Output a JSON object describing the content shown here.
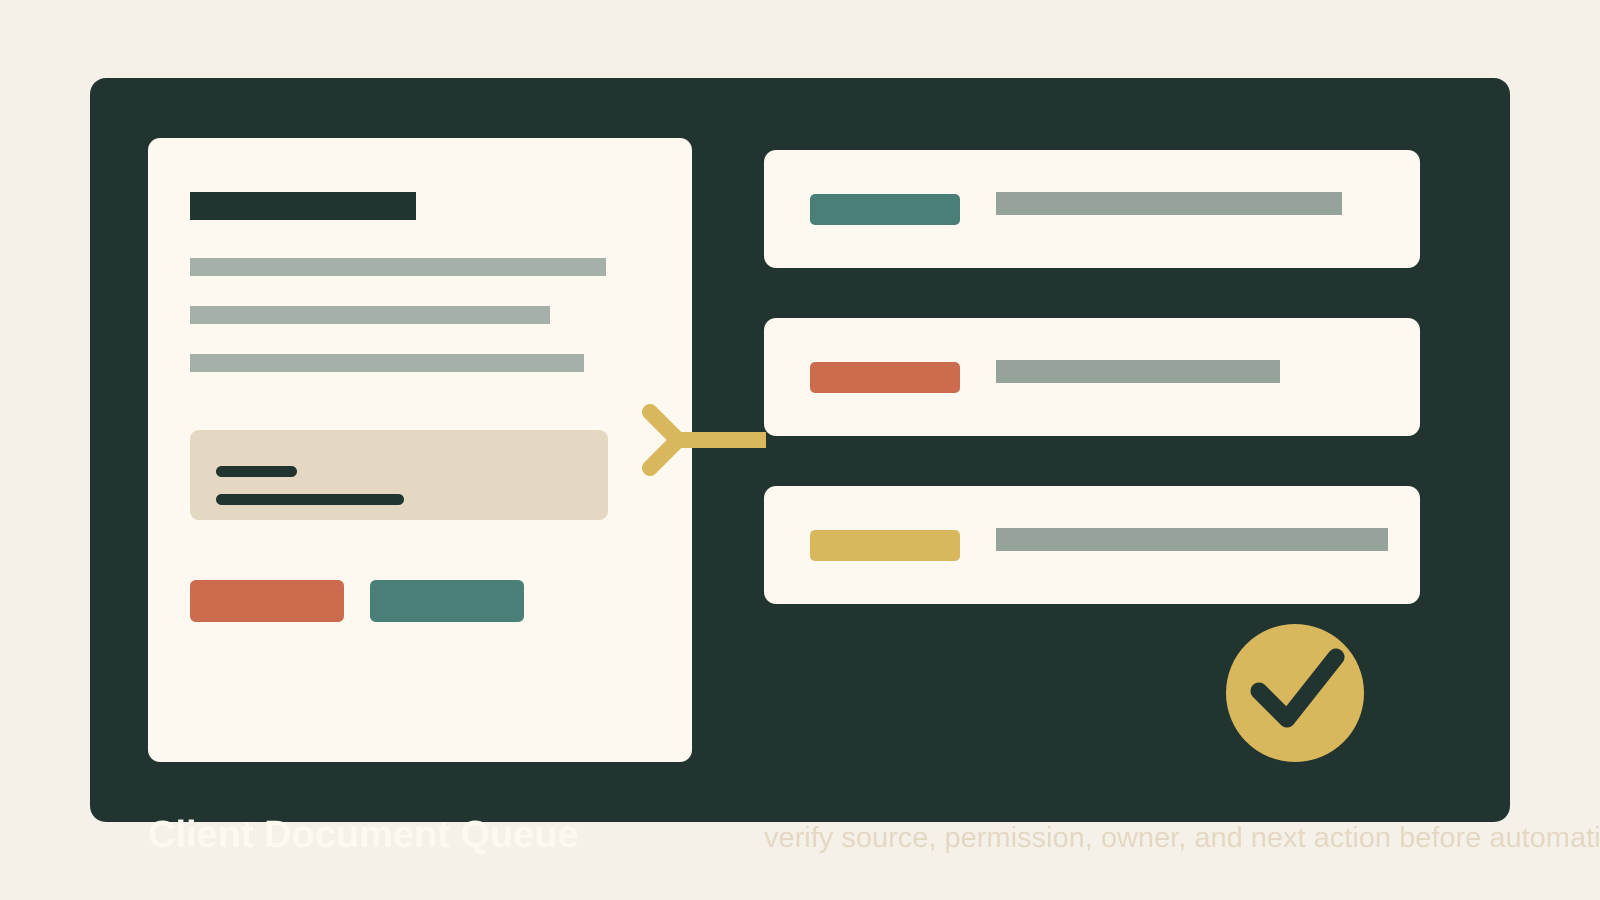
{
  "caption": {
    "title": "Client Document Queue",
    "subtitle": "verify source, permission, owner, and next action before automation"
  },
  "colors": {
    "page_background": "#f5f0e8",
    "board_background": "#213430",
    "card_background": "#fdf8f0",
    "note_background": "#e4d8c3",
    "placeholder_text": "#a5b0a8",
    "queue_placeholder": "#95a39b",
    "accent_teal": "#497f76",
    "accent_orange": "#cc6b4d",
    "accent_yellow": "#d9b85d",
    "accent_dark": "#213430"
  },
  "icons": {
    "connector": "branch-arrow-icon",
    "completion": "check-circle-icon"
  },
  "queue": {
    "items": [
      {
        "status_color": "teal"
      },
      {
        "status_color": "orange"
      },
      {
        "status_color": "yellow"
      }
    ]
  }
}
